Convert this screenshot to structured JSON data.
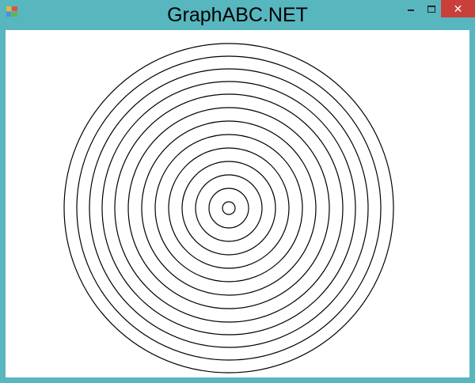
{
  "window": {
    "title": "GraphABC.NET",
    "close_glyph": "✕"
  },
  "icons": {
    "app": "app-icon",
    "minimize": "minimize-icon",
    "maximize": "maximize-icon",
    "close": "close-icon"
  },
  "colors": {
    "frame": "#58b6bf",
    "close_button": "#c9403a",
    "canvas": "#ffffff",
    "stroke": "#000000"
  },
  "canvas": {
    "shape": "concentric circles",
    "circle_count": 13
  }
}
